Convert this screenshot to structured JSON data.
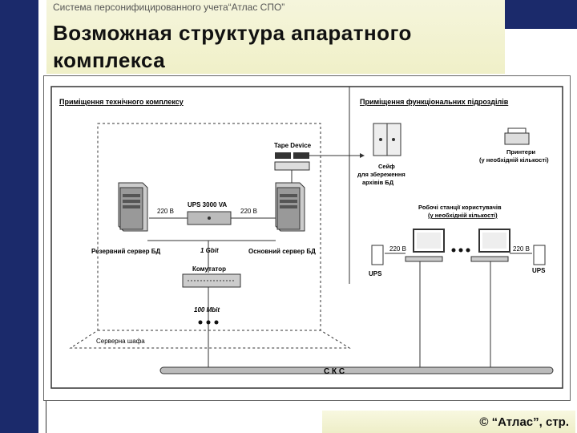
{
  "header": {
    "subtitle": "Система персонифицированного учета“Атлас СПО”",
    "title_line1": "Возможная структура апаратного",
    "title_line2": "комплекса"
  },
  "diagram": {
    "zone_left": "Приміщення технічного комплексу",
    "zone_right": "Приміщення функціональних підрозділів",
    "tape_device": "Tape Device",
    "ups_main": "UPS 3000 VA",
    "v220": "220 В",
    "gbit": "1 Gbit",
    "mbit": "100 Mbit",
    "switch": "Комутатор",
    "backup_server": "Резервний сервер БД",
    "main_server": "Основний сервер БД",
    "server_cabinet": "Серверна шафа",
    "safe_l1": "Сейф",
    "safe_l2": "для збереження",
    "safe_l3": "архівів БД",
    "printers_l1": "Принтери",
    "printers_l2": "(у необхідній кількості)",
    "workstations_l1": "Робочі станції користувачів",
    "workstations_l2": "(у необхідній кількості)",
    "ups": "UPS",
    "sks": "С К С"
  },
  "footer": {
    "text": "© “Атлас”, стр."
  }
}
